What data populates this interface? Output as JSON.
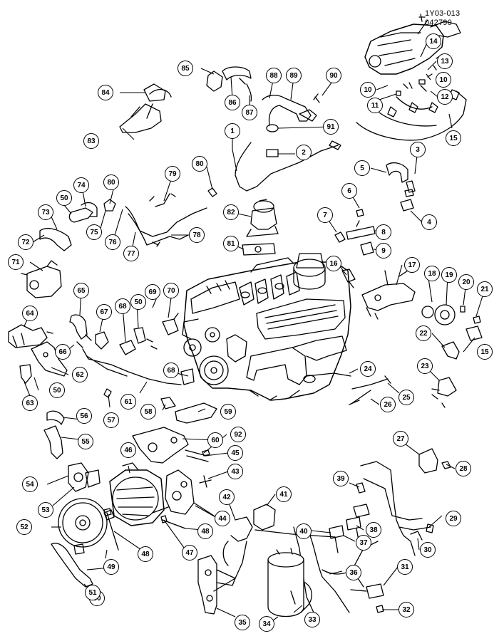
{
  "reference": {
    "code": "1Y03-013",
    "date": "042790"
  },
  "callouts": [
    "1",
    "2",
    "3",
    "4",
    "5",
    "6",
    "7",
    "8",
    "9",
    "10",
    "10",
    "11",
    "12",
    "13",
    "14",
    "15",
    "15",
    "16",
    "17",
    "18",
    "19",
    "20",
    "21",
    "22",
    "23",
    "24",
    "25",
    "26",
    "27",
    "28",
    "29",
    "30",
    "31",
    "32",
    "33",
    "34",
    "35",
    "36",
    "37",
    "38",
    "39",
    "40",
    "41",
    "42",
    "43",
    "44",
    "45",
    "46",
    "47",
    "48",
    "48",
    "49",
    "50",
    "50",
    "50",
    "50",
    "51",
    "52",
    "53",
    "54",
    "55",
    "56",
    "57",
    "58",
    "59",
    "60",
    "61",
    "62",
    "63",
    "64",
    "65",
    "66",
    "67",
    "68",
    "68",
    "69",
    "70",
    "71",
    "72",
    "73",
    "74",
    "75",
    "76",
    "77",
    "78",
    "79",
    "80",
    "80",
    "81",
    "82",
    "83",
    "84",
    "85",
    "86",
    "87",
    "88",
    "89",
    "90",
    "91",
    "92"
  ]
}
